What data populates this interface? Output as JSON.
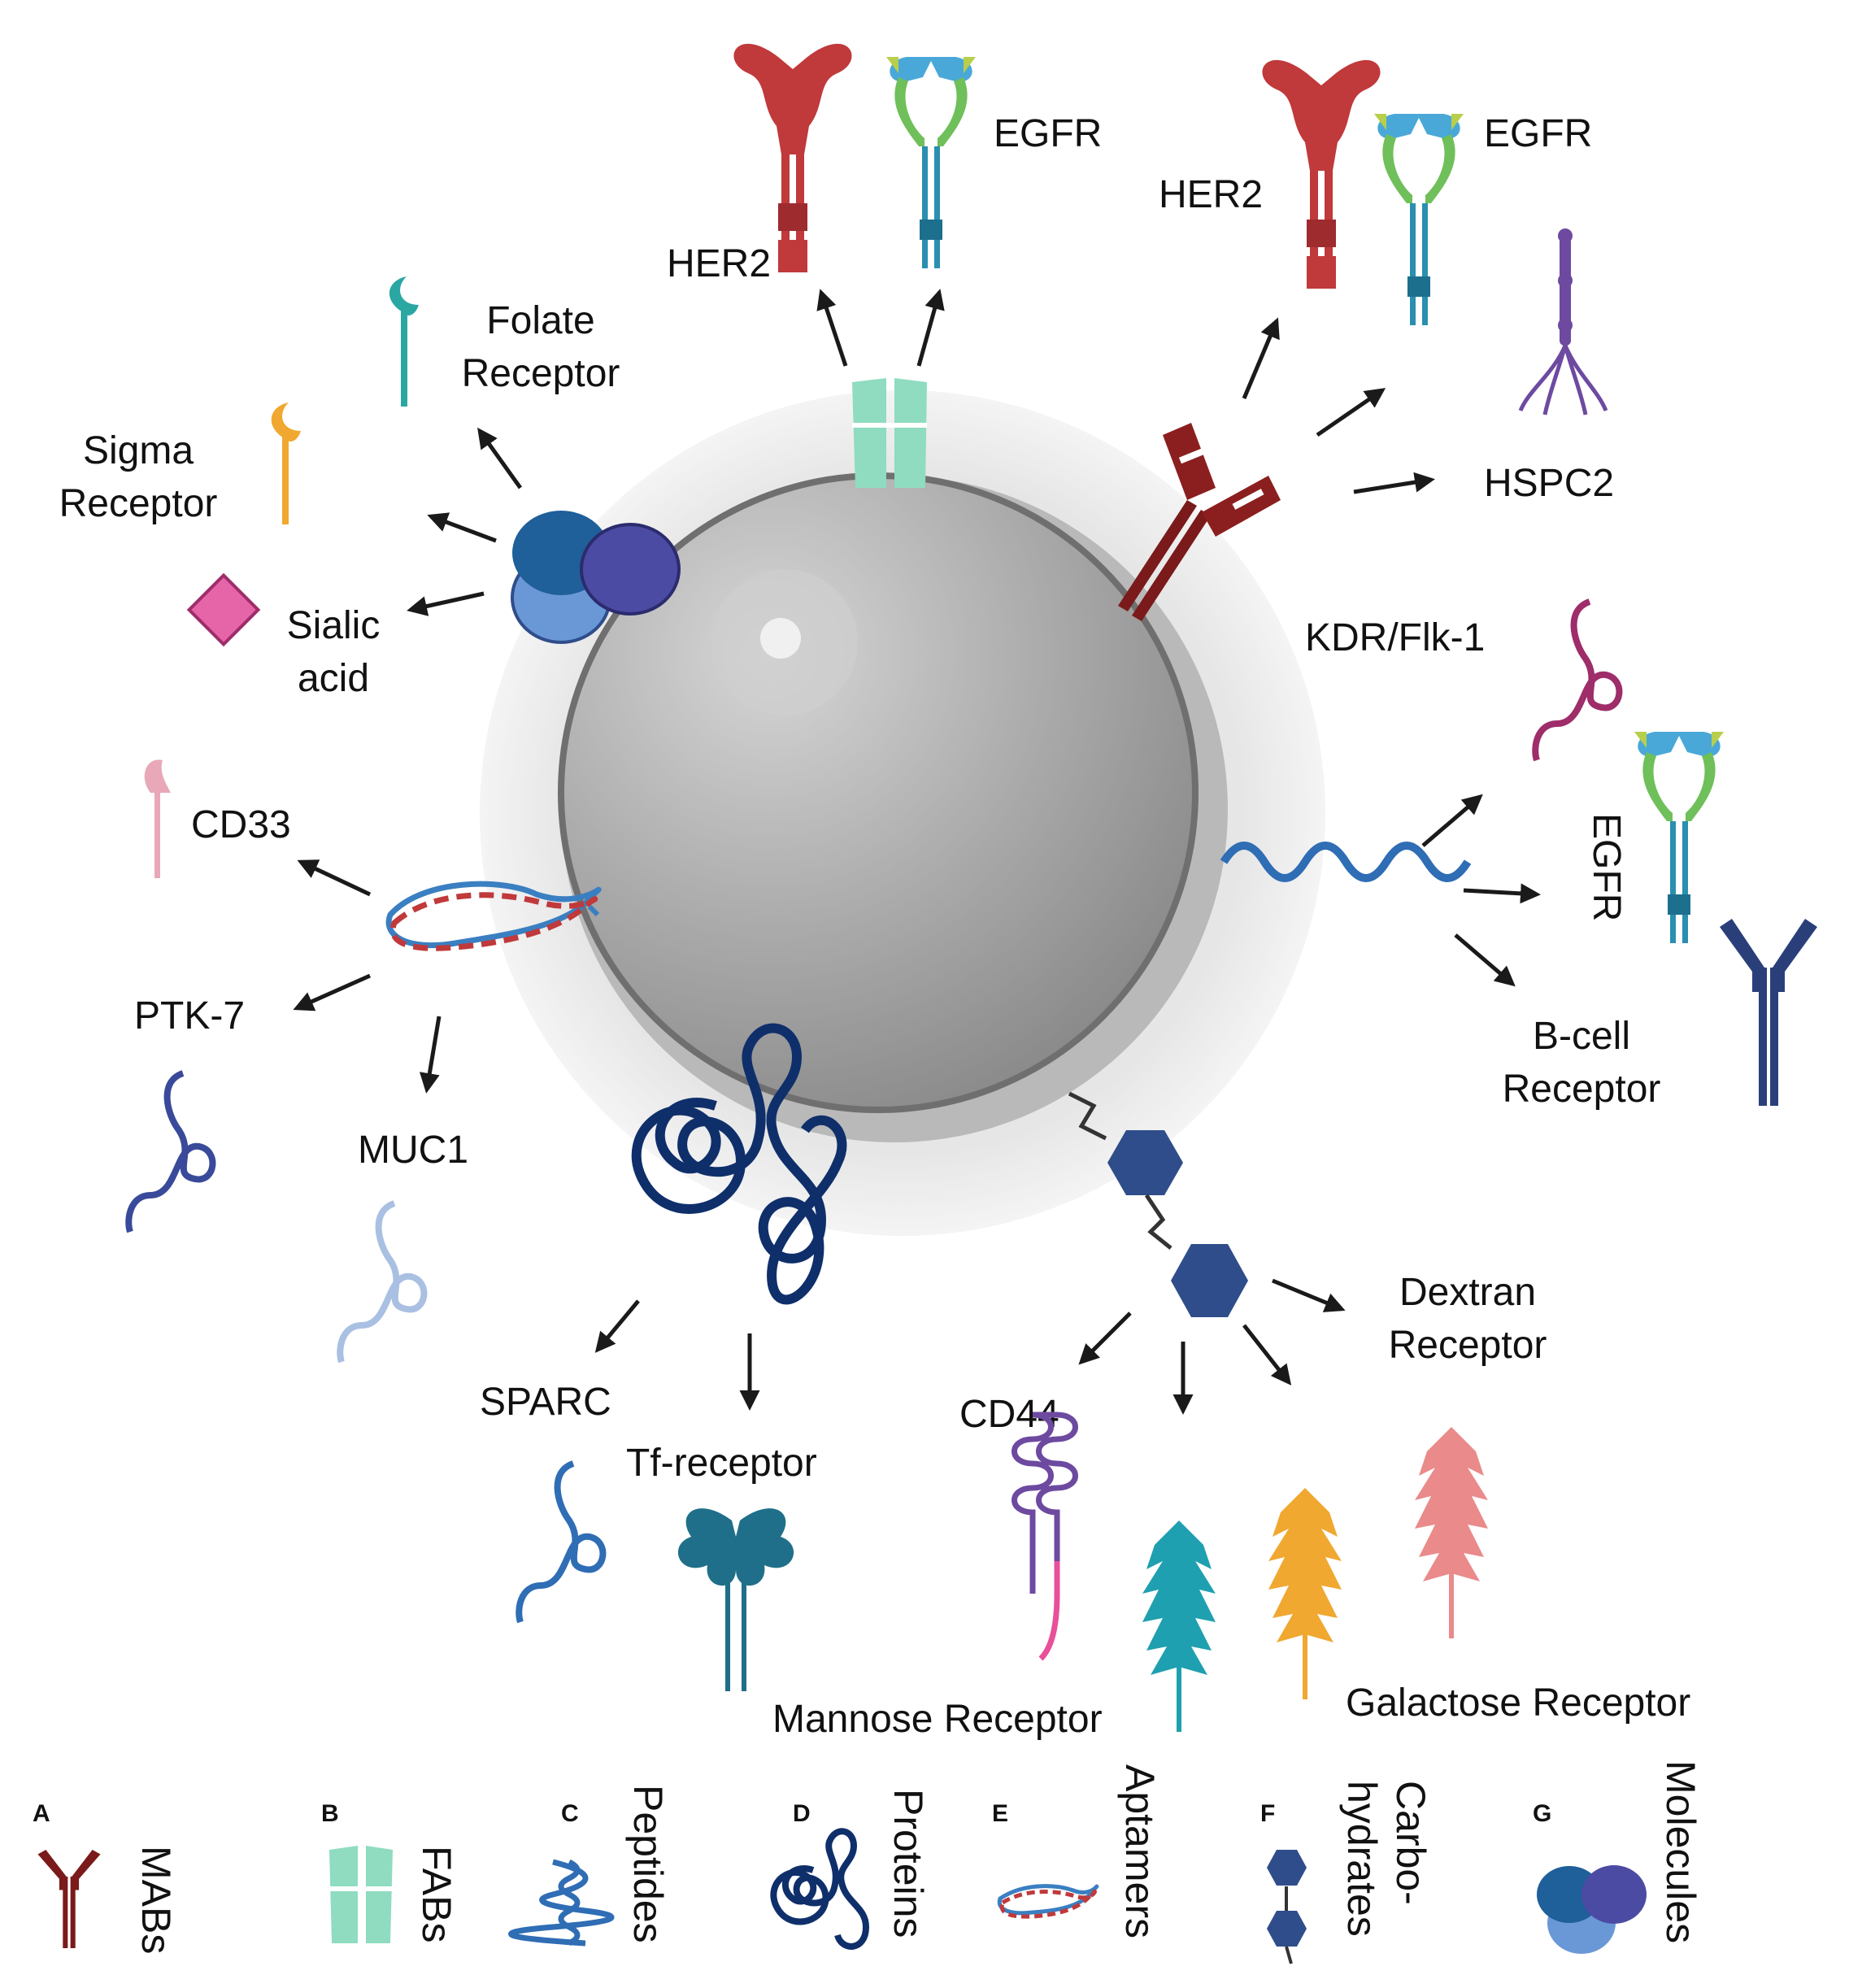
{
  "labels": {
    "her2_top": "HER2",
    "egfr_top": "EGFR",
    "her2_right": "HER2",
    "egfr_right": "EGFR",
    "hspc2": "HSPC2",
    "kdr": "KDR/Flk-1",
    "egfr_side": "EGFR",
    "bcell_1": "B-cell",
    "bcell_2": "Receptor",
    "folate_1": "Folate",
    "folate_2": "Receptor",
    "sigma_1": "Sigma",
    "sigma_2": "Receptor",
    "sialic_1": "Sialic",
    "sialic_2": "acid",
    "cd33": "CD33",
    "ptk7": "PTK-7",
    "muc1": "MUC1",
    "sparc": "SPARC",
    "tf": "Tf-receptor",
    "cd44": "CD44",
    "dextran_1": "Dextran",
    "dextran_2": "Receptor",
    "mannose": "Mannose Receptor",
    "galactose": "Galactose Receptor"
  },
  "legend": [
    {
      "letter": "A",
      "text": "MABs",
      "icon": "antibody-icon"
    },
    {
      "letter": "B",
      "text": "FABs",
      "icon": "fab-icon"
    },
    {
      "letter": "C",
      "text": "Peptides",
      "icon": "peptide-icon"
    },
    {
      "letter": "D",
      "text": "Proteins",
      "icon": "protein-icon"
    },
    {
      "letter": "E",
      "text": "Aptamers",
      "icon": "aptamer-icon"
    },
    {
      "letter": "F",
      "text_1": "Carbo-",
      "text_2": "hydrates",
      "icon": "carbohydrate-icon"
    },
    {
      "letter": "G",
      "text": "Molecules",
      "icon": "molecule-icon"
    }
  ],
  "colors": {
    "her2": "#c0393b",
    "egfr": "#2a8fb0",
    "antibody": "#7a1a1a",
    "fab": "#8fdcc0",
    "peptide": "#2f6db5",
    "protein": "#0f2f6b",
    "carbohydrate": "#2f4d8a",
    "molecule_dark": "#1f5f9a",
    "molecule_purple": "#4c4ba3",
    "molecule_light": "#6a98d6",
    "sphere": "#a9a9a9"
  }
}
